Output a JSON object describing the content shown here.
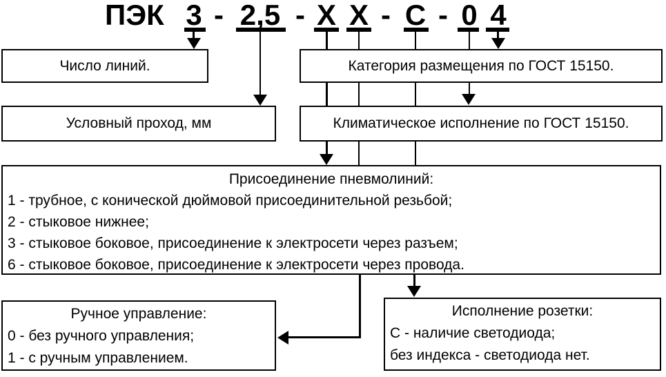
{
  "title": {
    "tokens": [
      "ПЭК",
      "3",
      "-",
      "2,5",
      "-",
      "Х",
      "Х",
      "-",
      "С",
      "-",
      "0",
      "4"
    ]
  },
  "boxes": {
    "number_of_lines": {
      "label": "Число линий."
    },
    "placement_category": {
      "label": "Категория размещения по ГОСТ 15150."
    },
    "nominal_bore": {
      "label": "Условный проход, мм"
    },
    "climatic_version": {
      "label": "Климатическое исполнение по ГОСТ 15150."
    },
    "pneumatic_lines_connection": {
      "title": "Присоединение пневмолиний:",
      "items": [
        "1 - трубное, с конической дюймовой присоединительной резьбой;",
        "2 - стыковое нижнее;",
        "3 - стыковое боковое, присоединение к электросети через разъем;",
        "6 - стыковое боковое, присоединение к электросети через провода."
      ]
    },
    "manual_control": {
      "title": "Ручное управление:",
      "items": [
        "0 - без ручного управления;",
        "1 - с ручным управлением."
      ]
    },
    "socket_version": {
      "title": "Исполнение розетки:",
      "items": [
        "С - наличие светодиода;",
        "без индекса - светодиода нет."
      ]
    }
  },
  "colors": {
    "line": "#000000",
    "background": "#ffffff",
    "text": "#000000"
  }
}
